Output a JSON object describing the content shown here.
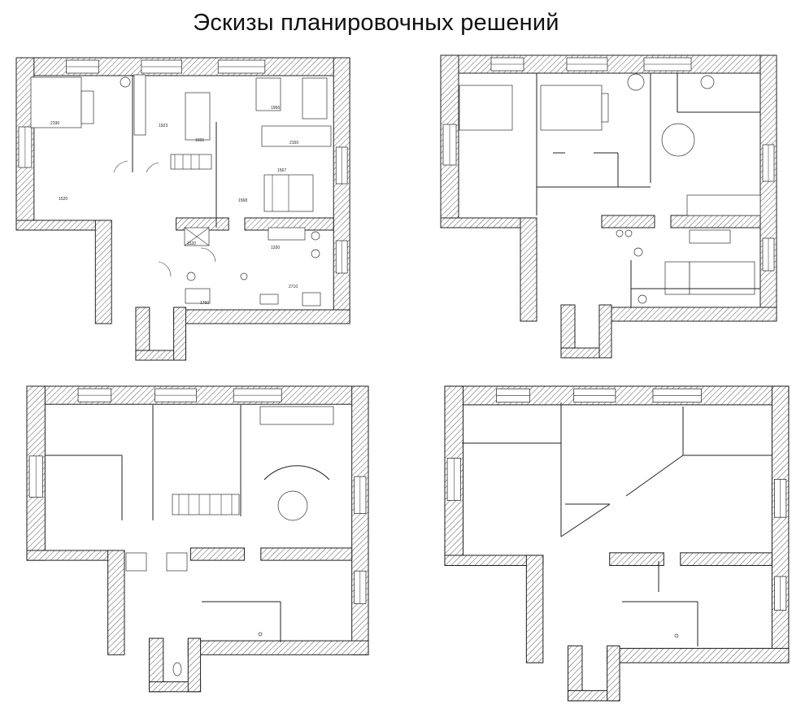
{
  "title": "Эскизы планировочных решений",
  "colors": {
    "wall_hatch": "#333333",
    "background": "#ffffff",
    "lines": "#222222"
  },
  "plans": [
    {
      "label": "plan-1",
      "type": "furnished with dimensions"
    },
    {
      "label": "plan-2",
      "type": "furniture layout"
    },
    {
      "label": "plan-3",
      "type": "partition layout"
    },
    {
      "label": "plan-4",
      "type": "partition layout"
    }
  ],
  "plan1_dimensions": [
    "2190",
    "1923",
    "1601",
    "1966",
    "2150",
    "1567",
    "1568",
    "1520",
    "1520",
    "1760",
    "2710",
    "1200"
  ]
}
